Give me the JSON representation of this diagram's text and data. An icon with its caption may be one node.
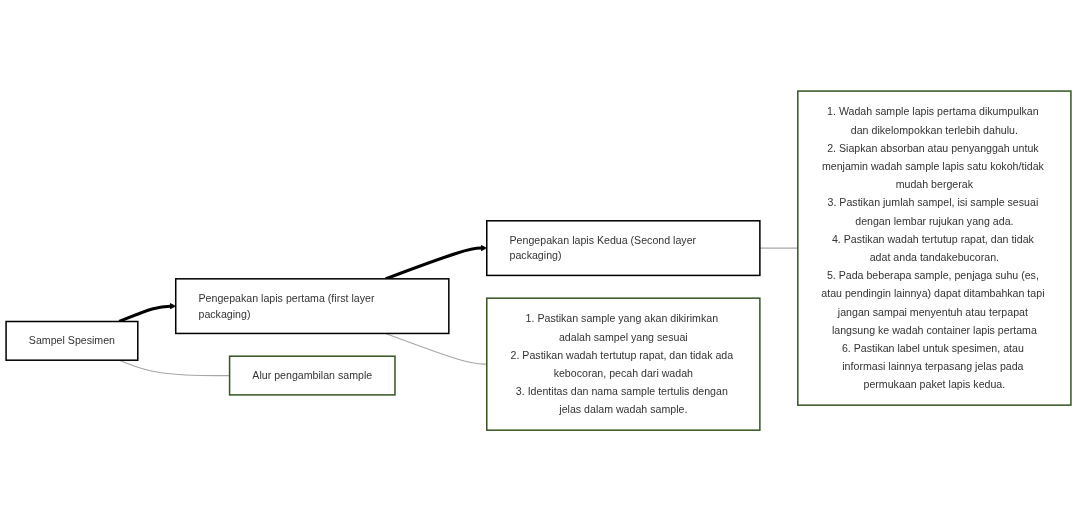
{
  "diagram": {
    "nodes": [
      {
        "text": [
          "Sampel Spesimen"
        ]
      },
      {
        "text": [
          "Pengepakan lapis pertama (first layer packaging)"
        ]
      },
      {
        "text": [
          "Pengepakan lapis Kedua (Second layer packaging)"
        ]
      },
      {
        "text": [
          "Alur pengambilan sample"
        ]
      },
      {
        "text": [
          "1. Pastikan sample yang akan dikirimkan adalah sampel yang sesuai",
          "2. Pastikan wadah tertutup rapat, dan tidak ada kebocoran, pecah dari wadah",
          "3. Identitas dan nama sample tertulis dengan jelas dalam wadah sample."
        ]
      },
      {
        "text": [
          "1. Wadah sample lapis pertama dikumpulkan dan dikelompokkan terlebih dahulu.",
          "2. Siapkan absorban atau penyanggah untuk menjamin wadah sample lapis satu kokoh/tidak mudah bergerak",
          "3. Pastikan jumlah sampel, isi sample sesuai dengan lembar rujukan yang ada.",
          "4. Pastikan wadah tertutup rapat, dan tidak adat anda tandakebucoran.",
          "5. Pada beberapa sample, penjaga suhu (es, atau pendingin lainnya) dapat ditambahkan tapi jangan sampai menyentuh atau terpapat langsung ke wadah container lapis pertama",
          "6. Pastikan label untuk spesimen, atau informasi lainnya terpasang jelas pada permukaan paket lapis kedua."
        ]
      }
    ],
    "edges": [
      {
        "from": 0,
        "to": 1,
        "arrow": "to",
        "style": "thick",
        "color": "#000000"
      },
      {
        "from": 1,
        "to": 2,
        "arrow": "to",
        "style": "thick",
        "color": "#000000"
      },
      {
        "from": 0,
        "to": 3,
        "arrow": "none"
      },
      {
        "from": 1,
        "to": 4,
        "arrow": "none"
      },
      {
        "from": 2,
        "to": 5,
        "arrow": "none"
      }
    ]
  }
}
